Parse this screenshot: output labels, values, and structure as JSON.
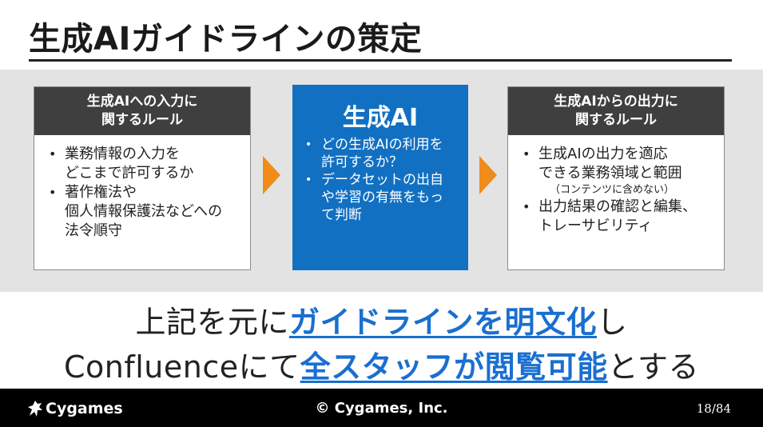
{
  "slide": {
    "title": "生成AIガイドラインの策定"
  },
  "left_box": {
    "heading_line1": "生成AIへの入力に",
    "heading_line2": "関するルール",
    "items": [
      {
        "line1": "業務情報の入力を",
        "line2": "どこまで許可するか"
      },
      {
        "line1": "著作権法や",
        "line2": "個人情報保護法などへの",
        "line3": "法令順守"
      }
    ]
  },
  "center_box": {
    "title": "生成AI",
    "items": [
      {
        "line1": "どの生成AIの利用を",
        "line2": "許可するか？"
      },
      {
        "line1": "データセットの出自",
        "line2": "や学習の有無をもっ",
        "line3": "て判断"
      }
    ]
  },
  "right_box": {
    "heading_line1": "生成AIからの出力に",
    "heading_line2": "関するルール",
    "items": [
      {
        "line1": "生成AIの出力を適応",
        "line2": "できる業務領域と範囲",
        "note": "（コンテンツに含めない）"
      },
      {
        "line1": "出力結果の確認と編集、",
        "line2": "トレーサビリティ"
      }
    ]
  },
  "statement": {
    "line1_pre": "上記を元に",
    "line1_emph": "ガイドラインを明文化",
    "line1_post": "し",
    "line2_pre": "Confluenceにて",
    "line2_emph": "全スタッフが閲覧可能",
    "line2_post": "とする"
  },
  "footer": {
    "logo_text": "Cygames",
    "copyright": "© Cygames, Inc.",
    "page": "18/84"
  },
  "colors": {
    "accent_blue": "#1270c2",
    "emphasis_blue": "#1a6fd0",
    "arrow_orange": "#f08c1a",
    "header_gray": "#3f3f3f",
    "band_gray": "#e3e3e3"
  }
}
